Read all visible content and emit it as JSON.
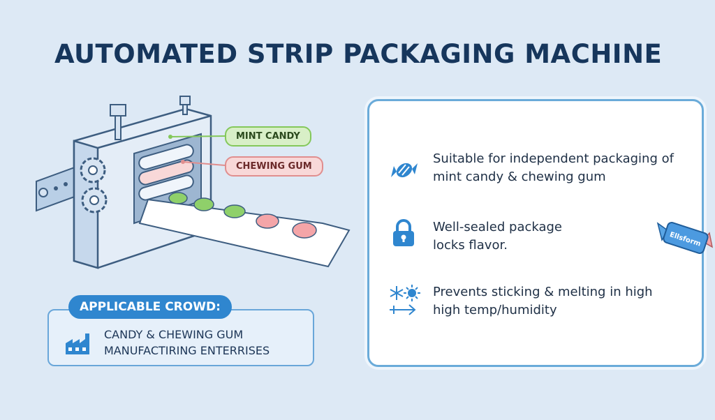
{
  "title": "AUTOMATED STRIP PACKAGING MACHINE",
  "machine": {
    "label_mint": "MINT CANDY",
    "label_gum": "CHEWING GUM"
  },
  "crowd": {
    "heading": "APPLICABLE CROWD:",
    "line1": "CANDY & CHEWING GUM",
    "line2": "MANUFACTIRING ENTERRISES"
  },
  "features": [
    {
      "icon": "wrapped-candy-icon",
      "line1": "Suitable for independent packaging of",
      "line2": "mint candy & chewing gum"
    },
    {
      "icon": "lock-icon",
      "line1": "Well-sealed package",
      "line2": "locks flavor."
    },
    {
      "icon": "snowflake-sun-icon",
      "line1": "Prevents sticking & melting in high",
      "line2": "high temp/humidity"
    }
  ],
  "deco": {
    "candy_wrapper_text": "Ellsform"
  },
  "colors": {
    "background": "#dde9f5",
    "title": "#16365c",
    "accent_blue": "#2f86cf",
    "mint_green": "#84c85a",
    "gum_pink": "#e08e8e"
  }
}
